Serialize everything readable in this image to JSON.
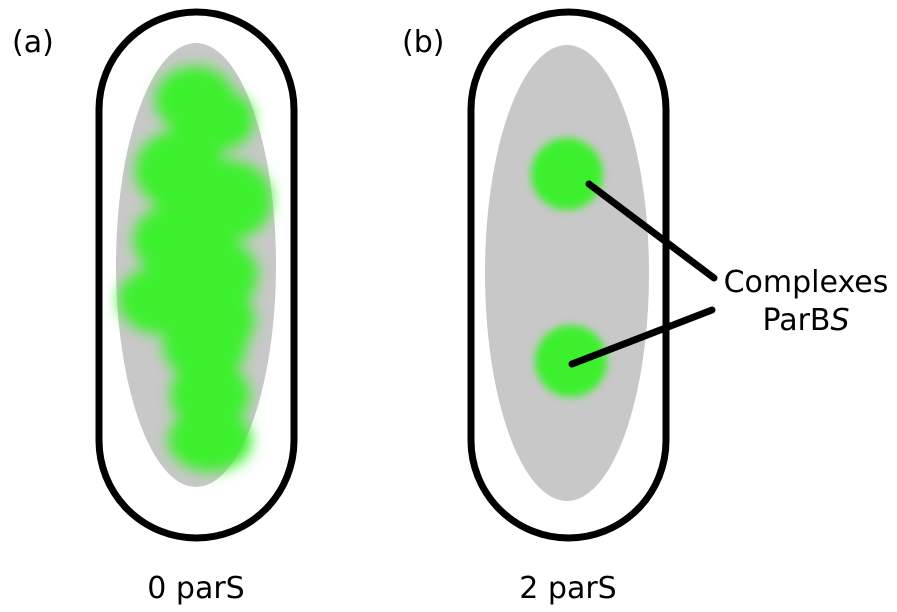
{
  "panels": [
    {
      "letter": "(a)",
      "condition": "0 parS",
      "signal": "diffuse"
    },
    {
      "letter": "(b)",
      "condition": "2 parS",
      "signal": "foci",
      "foci_count": 2
    }
  ],
  "callout": {
    "line1": "Complexes",
    "line2_main": "ParB",
    "line2_italic": "S"
  },
  "colors": {
    "cell_outline": "#000000",
    "cell_fill": "#ffffff",
    "nucleoid": "#c8c8c8",
    "fluorescence": "#3ef02e",
    "callout_line": "#000000"
  }
}
